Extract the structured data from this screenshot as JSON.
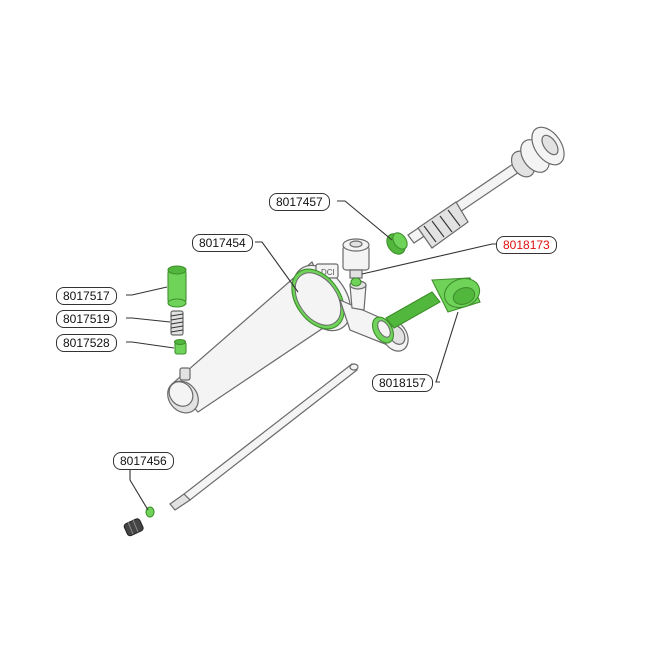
{
  "parts": [
    {
      "id": "8017457",
      "label": "8017457",
      "highlighted": false
    },
    {
      "id": "8017454",
      "label": "8017454",
      "highlighted": false
    },
    {
      "id": "8018173",
      "label": "8018173",
      "highlighted": true
    },
    {
      "id": "8017517",
      "label": "8017517",
      "highlighted": false
    },
    {
      "id": "8017519",
      "label": "8017519",
      "highlighted": false
    },
    {
      "id": "8017528",
      "label": "8017528",
      "highlighted": false
    },
    {
      "id": "8018157",
      "label": "8018157",
      "highlighted": false
    },
    {
      "id": "8017456",
      "label": "8017456",
      "highlighted": false
    }
  ],
  "colors": {
    "part_highlight": "#6fd35a",
    "label_highlight_text": "#e01010",
    "line": "#333333"
  }
}
